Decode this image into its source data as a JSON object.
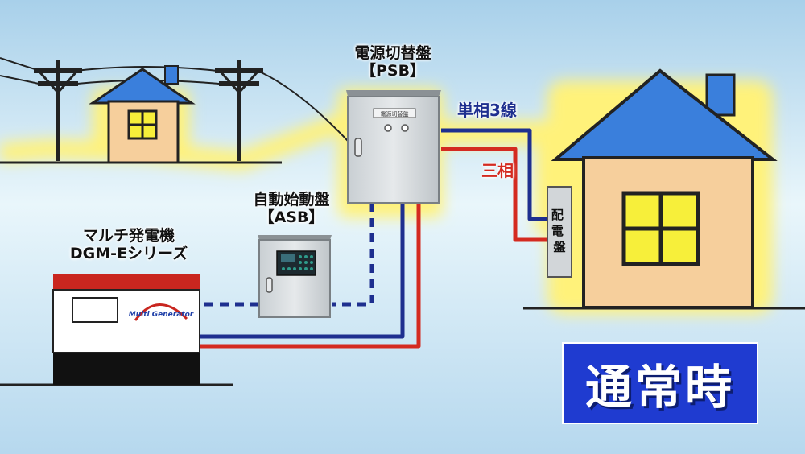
{
  "labels": {
    "psb_line1": "電源切替盤",
    "psb_line2": "【PSB】",
    "asb_line1": "自動始動盤",
    "asb_line2": "【ASB】",
    "gen_line1": "マルチ発電機",
    "gen_line2": "DGM-Eシリーズ",
    "single_phase": "単相3線",
    "three_phase": "三相",
    "distribution_board": "配電盤",
    "psb_nameplate": "電源切替盤",
    "generator_logo": "Multi Generator"
  },
  "badge": {
    "text": "通常時"
  },
  "colors": {
    "sky_top": "#a8d0ea",
    "sky_mid": "#e8f5fb",
    "glow": "#fff27a",
    "single_phase_line": "#1e2f8f",
    "three_phase_line": "#d42a20",
    "house_wall": "#f6cf9c",
    "house_roof": "#3a7fdc",
    "window": "#f7ef3a",
    "badge_bg": "#1f3bd0"
  }
}
